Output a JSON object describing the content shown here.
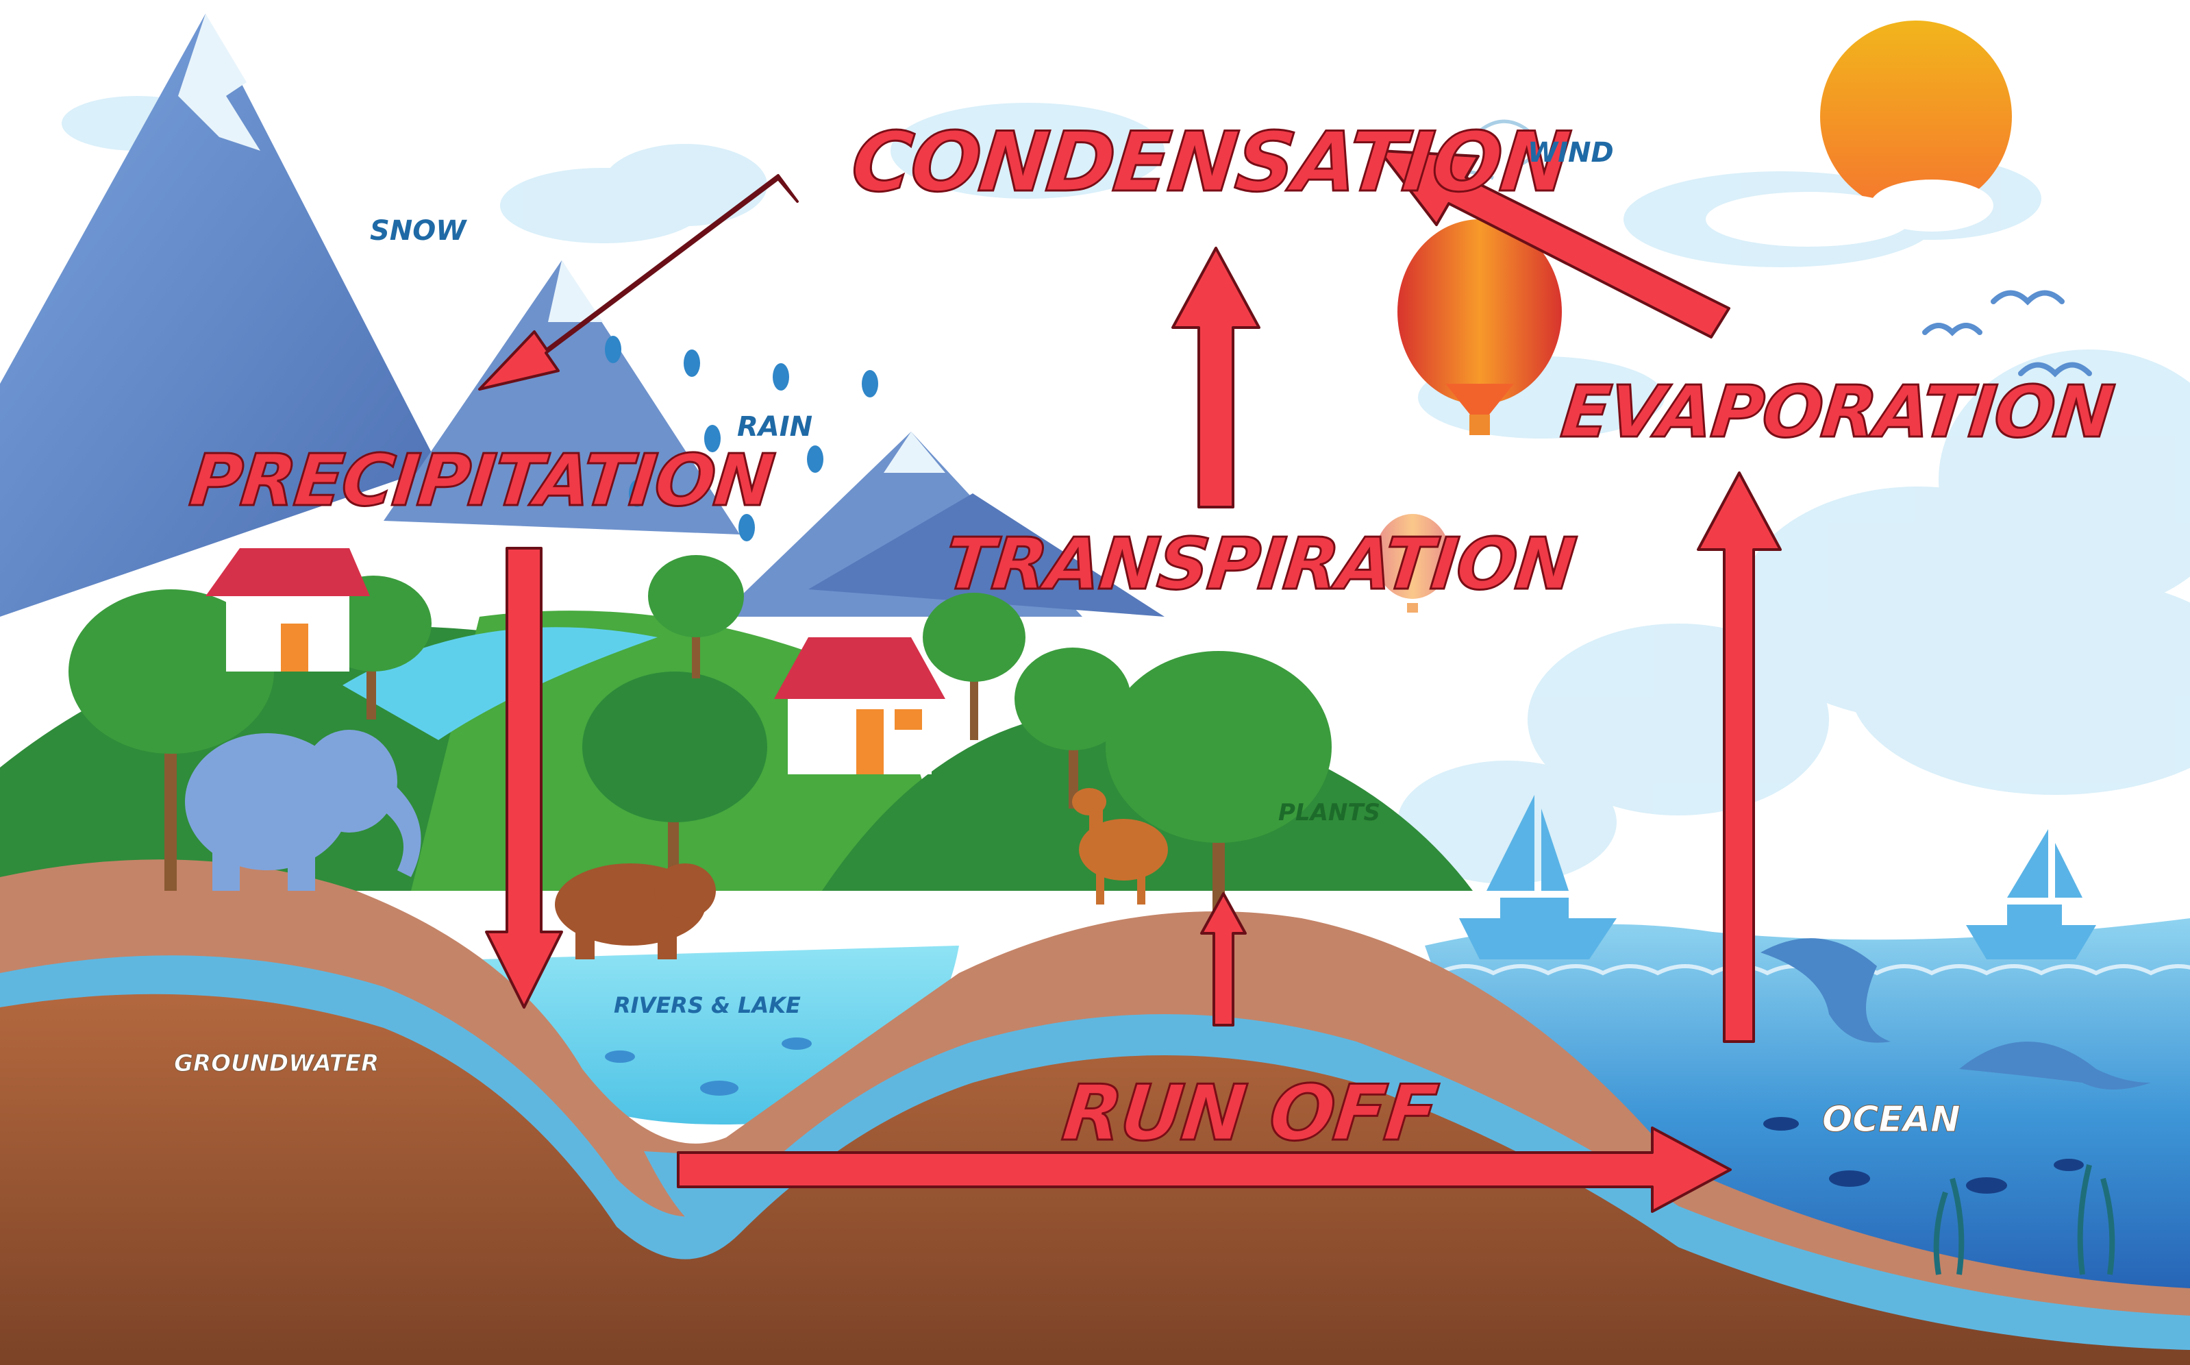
{
  "labels": {
    "condensation": "CONDENSATION",
    "precipitation": "PRECIPITATION",
    "transpiration": "TRANSPIRATION",
    "evaporation": "EVAPORATION",
    "run_off": "RUN OFF"
  },
  "small_labels": {
    "snow": "SNOW",
    "rain": "RAIN",
    "wind": "WIND",
    "plants": "PLANTS",
    "rivers_lake": "RIVERS & LAKE",
    "groundwater": "GROUNDWATER",
    "ocean": "OCEAN"
  },
  "colors": {
    "arrow_fill": "#f23d49",
    "arrow_stroke": "#6a0f17",
    "label_red": "#f03a47",
    "sky": "#ffffff",
    "mountain": "#5f86c4",
    "grass": "#3e9a3c",
    "soil": "#9a5a36",
    "water": "#5fb6e0",
    "ocean": "#2f7fc8",
    "sun": "#f6a023"
  }
}
